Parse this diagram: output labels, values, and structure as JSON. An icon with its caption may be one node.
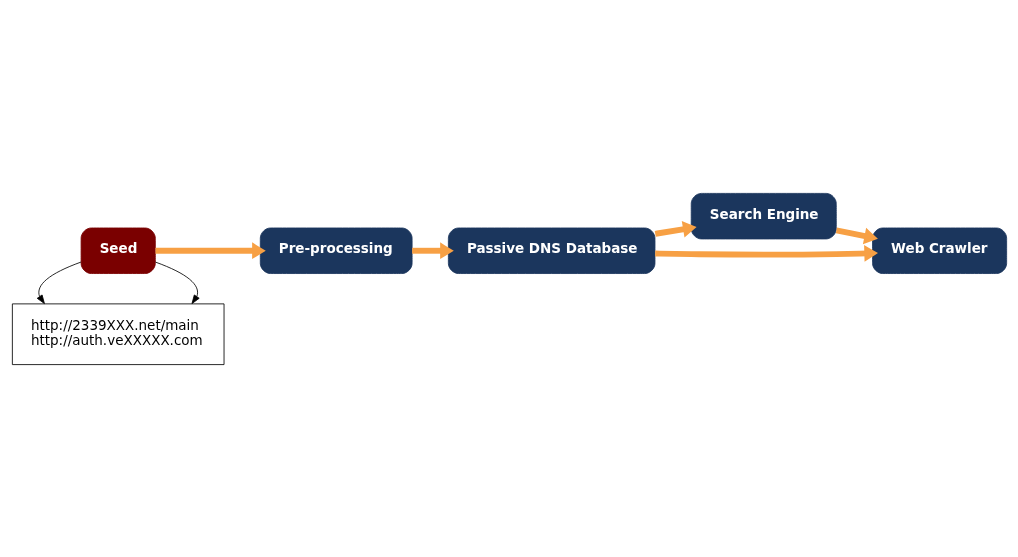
{
  "diagram": {
    "nodes": [
      {
        "text": [
          "Seed"
        ]
      },
      {
        "text": [
          "Pre-processing"
        ]
      },
      {
        "text": [
          "Passive DNS Database"
        ]
      },
      {
        "text": [
          "Search Engine"
        ]
      },
      {
        "text": [
          "Web Crawler"
        ]
      },
      {
        "text": [
          "http://2339XXX.net/main",
          "http://auth.veXXXXX.com"
        ]
      }
    ],
    "edges": [
      {
        "from": 0,
        "to": 1,
        "arrow": "to"
      },
      {
        "from": 1,
        "to": 2,
        "arrow": "to"
      },
      {
        "from": 2,
        "to": 3,
        "arrow": "to"
      },
      {
        "from": 2,
        "to": 4,
        "arrow": "to"
      },
      {
        "from": 3,
        "to": 4,
        "arrow": "to"
      },
      {
        "from": 0,
        "to": 5,
        "arrow": "to",
        "color": "#000000"
      },
      {
        "from": 0,
        "to": 5,
        "arrow": "to",
        "color": "#000000"
      }
    ]
  }
}
